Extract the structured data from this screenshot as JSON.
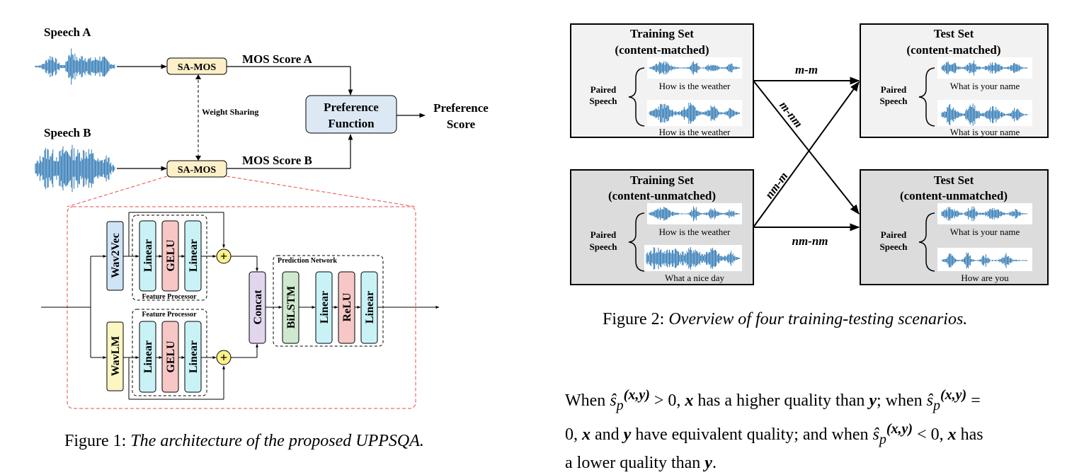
{
  "figure1": {
    "speech_a": "Speech A",
    "speech_b": "Speech B",
    "samos": "SA-MOS",
    "mos_a": "MOS Score A",
    "mos_b": "MOS Score B",
    "weight_sharing": "Weight Sharing",
    "pref_fn_1": "Preference",
    "pref_fn_2": "Function",
    "pref_score_1": "Preference",
    "pref_score_2": "Score",
    "wav2vec": "Wav2Vec",
    "wavlm": "WavLM",
    "linear": "Linear",
    "gelu": "GELU",
    "feature_processor": "Feature Processor",
    "concat": "Concat",
    "prediction_network": "Prediction Network",
    "bilstm": "BiLSTM",
    "relu": "ReLU",
    "caption_num": "Figure 1:",
    "caption_text": "The architecture of the proposed UPPSQA."
  },
  "figure2": {
    "tl_title_1": "Training Set",
    "tl_title_2": "(content-matched)",
    "tr_title_1": "Test Set",
    "tr_title_2": "(content-matched)",
    "bl_title_1": "Training Set",
    "bl_title_2": "(content-unmatched)",
    "br_title_1": "Test Set",
    "br_title_2": "(content-unmatched)",
    "paired_1": "Paired",
    "paired_2": "Speech",
    "tl_utt_1": "How is the weather",
    "tl_utt_2": "How is the weather",
    "tr_utt_1": "What is your name",
    "tr_utt_2": "What is your name",
    "bl_utt_1": "How is the weather",
    "bl_utt_2": "What a nice day",
    "br_utt_1": "What is your name",
    "br_utt_2": "How are you",
    "arrow_mm": "m-m",
    "arrow_mnm": "m-nm",
    "arrow_nmm": "nm-m",
    "arrow_nmnm": "nm-nm",
    "caption_num": "Figure 2:",
    "caption_text": "Overview of four training-testing scenarios."
  },
  "paragraph": {
    "p1": "When ",
    "p2": " > 0, ",
    "p3": " has a higher quality than ",
    "p4": "; when ",
    "p5": " =",
    "p6": "0, ",
    "p7": " and ",
    "p8": " have equivalent quality; and when ",
    "p9": " < 0, ",
    "p10": " has",
    "p11": "a lower quality than ",
    "p12": ".",
    "sym_s": "ŝ",
    "sym_p": "p",
    "sym_sup": "(x,y)",
    "sym_x": "x",
    "sym_y": "y"
  },
  "colors": {
    "wave": "#2f79b5",
    "samos_fill": "#fdf0c8",
    "pref_fill": "#dce9f5",
    "linear_fill": "#c8f2f6",
    "gelu_fill": "#f6c7c5",
    "wav2vec_fill": "#cfe4f5",
    "wavlm_fill": "#fbf6c2",
    "concat_fill": "#e1d6ee",
    "bilstm_fill": "#cfe9cf",
    "plus_fill": "#fbf28c",
    "panel_light": "#f2f2f2",
    "panel_dark": "#dcdcdc",
    "dash_red": "#e74c4c"
  }
}
